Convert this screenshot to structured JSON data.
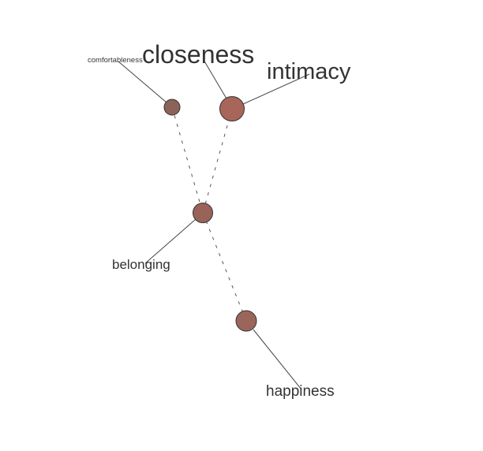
{
  "nodes": [
    {
      "id": "comfortableness",
      "label": "comfortableness",
      "color": "#8c6358"
    },
    {
      "id": "closeness",
      "label": "closeness",
      "color": "#a8665a"
    },
    {
      "id": "intimacy",
      "label": "intimacy",
      "color": "#a8665a"
    },
    {
      "id": "belonging",
      "label": "belonging",
      "color": "#9a635a"
    },
    {
      "id": "happiness",
      "label": "happiness",
      "color": "#9a655a"
    }
  ],
  "edges": [
    {
      "from": "comfortableness",
      "to": "belonging",
      "style": "dashed"
    },
    {
      "from": "closeness",
      "to": "belonging",
      "style": "dashed"
    },
    {
      "from": "belonging",
      "to": "happiness",
      "style": "dashed"
    }
  ],
  "colors": {
    "node_stroke": "#333333",
    "edge": "#555555",
    "leader": "#444444",
    "label": "#333333"
  }
}
